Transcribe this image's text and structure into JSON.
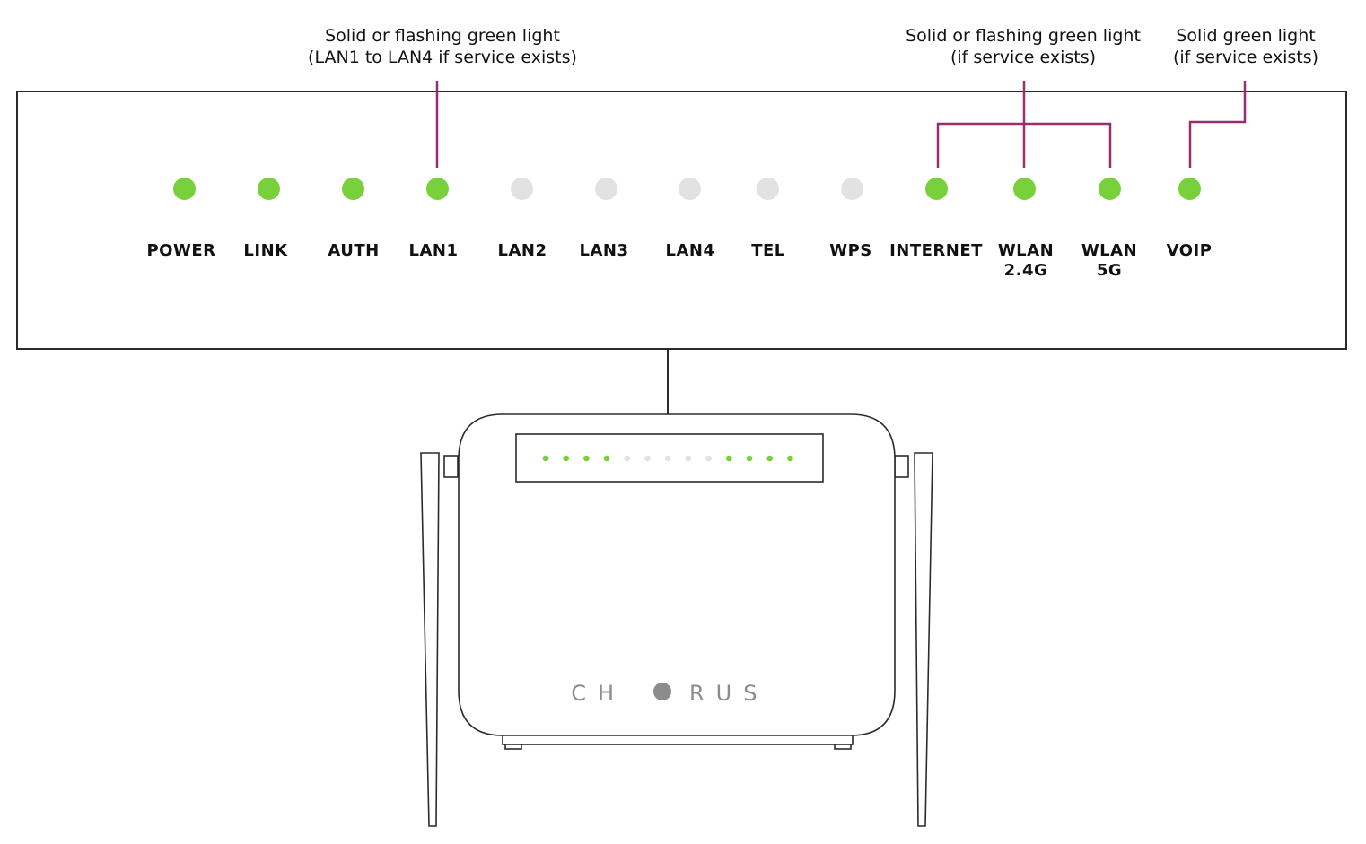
{
  "colors": {
    "led_on": "#78d13b",
    "led_off": "#e2e2e2",
    "callout_line": "#9b2c6e",
    "outline": "#2b2b2b",
    "brand": "#8c8c8c"
  },
  "callouts": {
    "lan": {
      "line1": "Solid or flashing green light",
      "line2": "(LAN1 to LAN4 if service exists)"
    },
    "internet_wlan": {
      "line1": "Solid or flashing green light",
      "line2": "(if service exists)"
    },
    "voip": {
      "line1": "Solid green light",
      "line2": "(if service exists)"
    }
  },
  "leds": [
    {
      "label": "POWER",
      "sub": "",
      "state": "on"
    },
    {
      "label": "LINK",
      "sub": "",
      "state": "on"
    },
    {
      "label": "AUTH",
      "sub": "",
      "state": "on"
    },
    {
      "label": "LAN1",
      "sub": "",
      "state": "on"
    },
    {
      "label": "LAN2",
      "sub": "",
      "state": "off"
    },
    {
      "label": "LAN3",
      "sub": "",
      "state": "off"
    },
    {
      "label": "LAN4",
      "sub": "",
      "state": "off"
    },
    {
      "label": "TEL",
      "sub": "",
      "state": "off"
    },
    {
      "label": "WPS",
      "sub": "",
      "state": "off"
    },
    {
      "label": "INTERNET",
      "sub": "",
      "state": "on"
    },
    {
      "label": "WLAN",
      "sub": "2.4G",
      "state": "on"
    },
    {
      "label": "WLAN",
      "sub": "5G",
      "state": "on"
    },
    {
      "label": "VOIP",
      "sub": "",
      "state": "on"
    }
  ],
  "router": {
    "brand_left": "CH",
    "brand_right": "RUS"
  }
}
